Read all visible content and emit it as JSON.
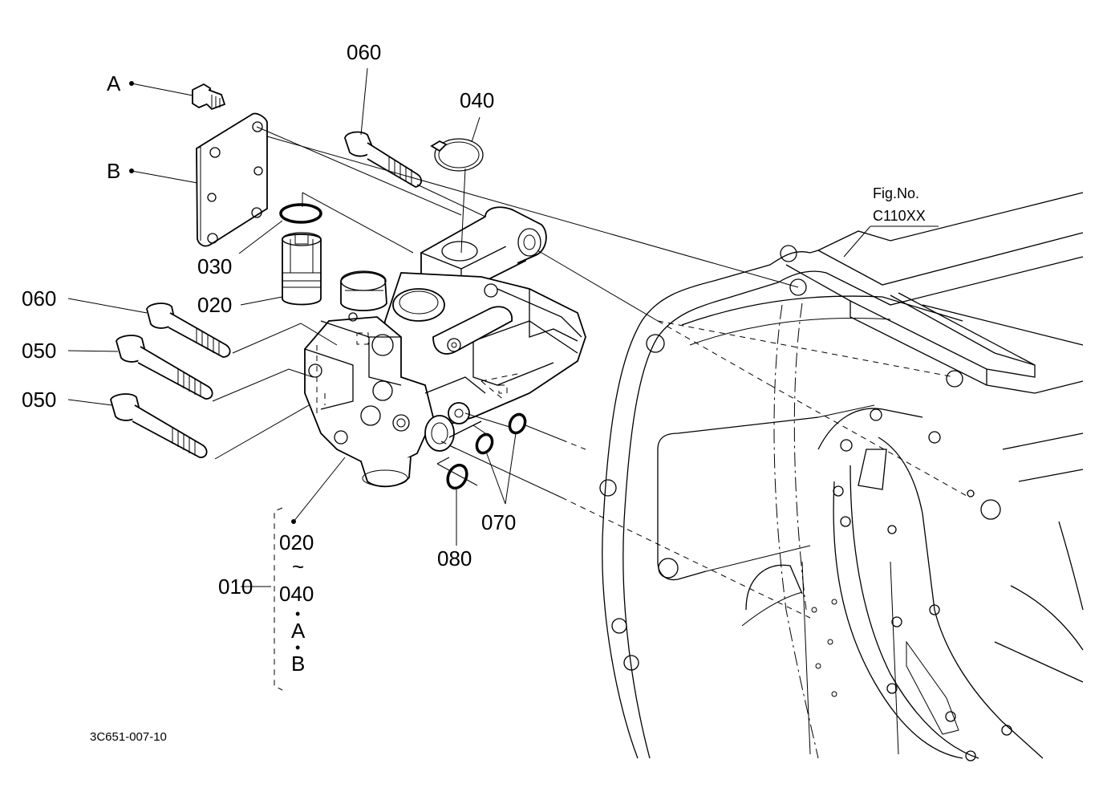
{
  "callouts": {
    "a": "A",
    "b": "B",
    "p060_top": "060",
    "p040": "040",
    "p030": "030",
    "p020": "020",
    "p060_left": "060",
    "p050_a": "050",
    "p050_b": "050",
    "p070": "070",
    "p080": "080",
    "p010": "010"
  },
  "assembly_group": {
    "from": "020",
    "range_mark": "~",
    "to": "040",
    "dot1": "•",
    "extra_a": "A",
    "dot2": "•",
    "extra_b": "B"
  },
  "figure_ref": {
    "line1": "Fig.No.",
    "line2": "C110XX"
  },
  "drawing_number": "3C651-007-10"
}
